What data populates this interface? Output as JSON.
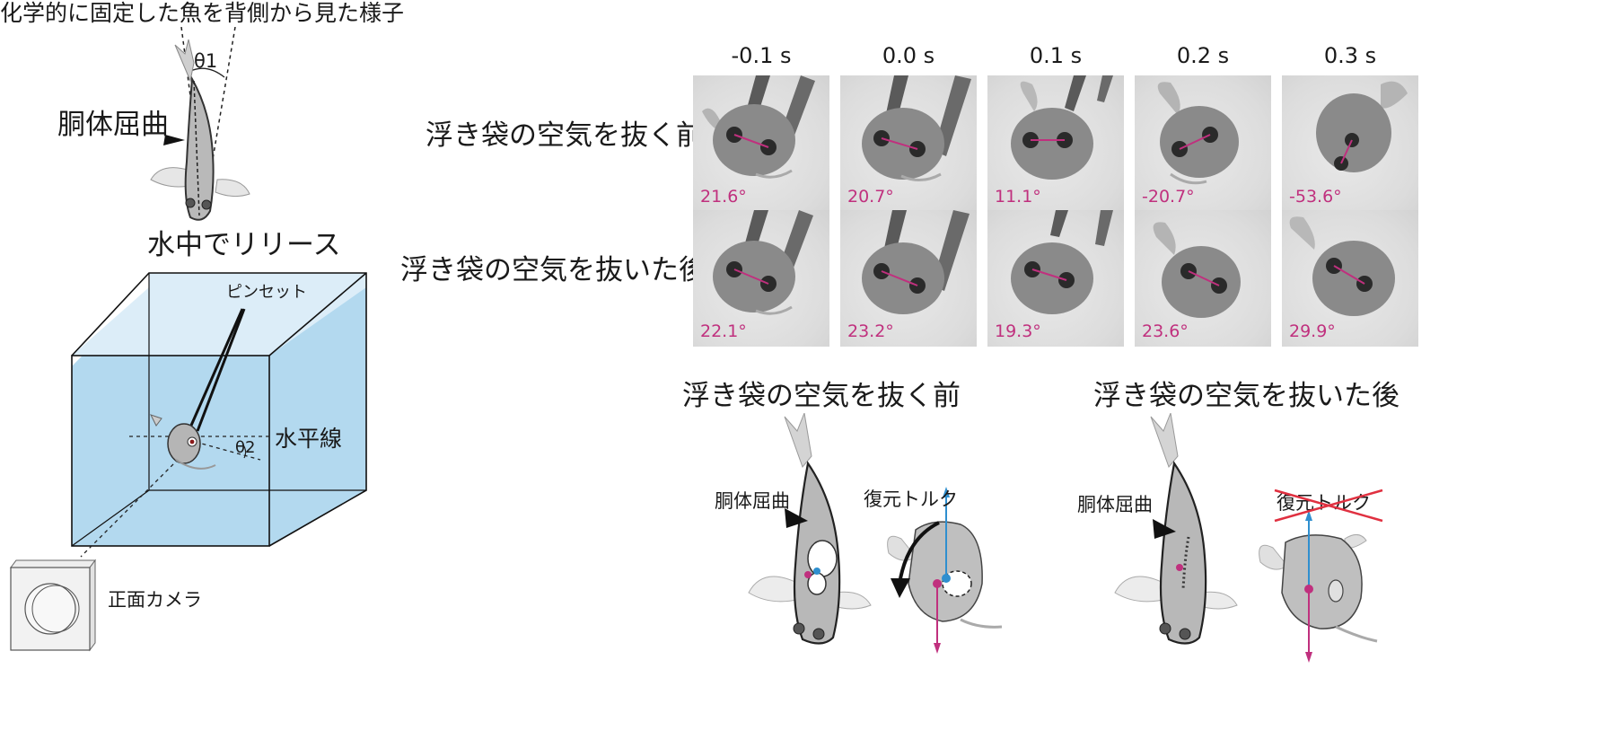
{
  "left_panel": {
    "title": "化学的に固定した魚を背側から見た様子",
    "theta1": "θ1",
    "body_bend": "胴体屈曲",
    "release": "水中でリリース",
    "tweezers": "ピンセット",
    "horizon": "水平線",
    "theta2": "θ2",
    "camera": "正面カメラ"
  },
  "frames": {
    "times": [
      "-0.1 s",
      "0.0 s",
      "0.1 s",
      "0.2 s",
      "0.3 s"
    ],
    "rows": [
      {
        "label": "浮き袋の空気を抜く前",
        "angles": [
          "21.6°",
          "20.7°",
          "11.1°",
          "-20.7°",
          "-53.6°"
        ]
      },
      {
        "label": "浮き袋の空気を抜いた後",
        "angles": [
          "22.1°",
          "23.2°",
          "19.3°",
          "23.6°",
          "29.9°"
        ]
      }
    ]
  },
  "bottom": {
    "before": {
      "title": "浮き袋の空気を抜く前",
      "bend": "胴体屈曲",
      "torque": "復元トルク"
    },
    "after": {
      "title": "浮き袋の空気を抜いた後",
      "bend": "胴体屈曲",
      "torque": "復元トルク"
    }
  },
  "colors": {
    "water": "#b3d9ef",
    "water_top": "#dcedf8",
    "magenta": "#c0307e",
    "blue": "#2f8fcf",
    "cross": "#e03040"
  }
}
